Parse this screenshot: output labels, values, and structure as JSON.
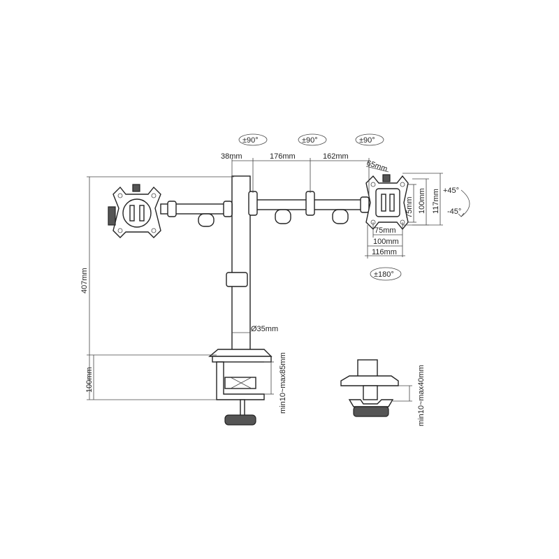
{
  "rotation": {
    "joint1": "±90°",
    "joint2": "±90°",
    "joint3": "±90°",
    "screen_rotate": "±180°",
    "tilt_up": "+45°",
    "tilt_down": "-45°"
  },
  "dimensions": {
    "pole_offset": "38mm",
    "arm1": "176mm",
    "arm2": "162mm",
    "head_offset": "65mm",
    "height_total": "407mm",
    "clamp_height": "100mm",
    "pole_diameter": "Ø35mm",
    "vesa_inner_h": "75mm",
    "vesa_outer_h": "100mm",
    "plate_h": "117mm",
    "vesa_inner_w": "75mm",
    "vesa_outer_w": "100mm",
    "plate_w": "116mm",
    "clamp_range": "min10~max85mm",
    "grommet_range": "min10~max40mm"
  }
}
